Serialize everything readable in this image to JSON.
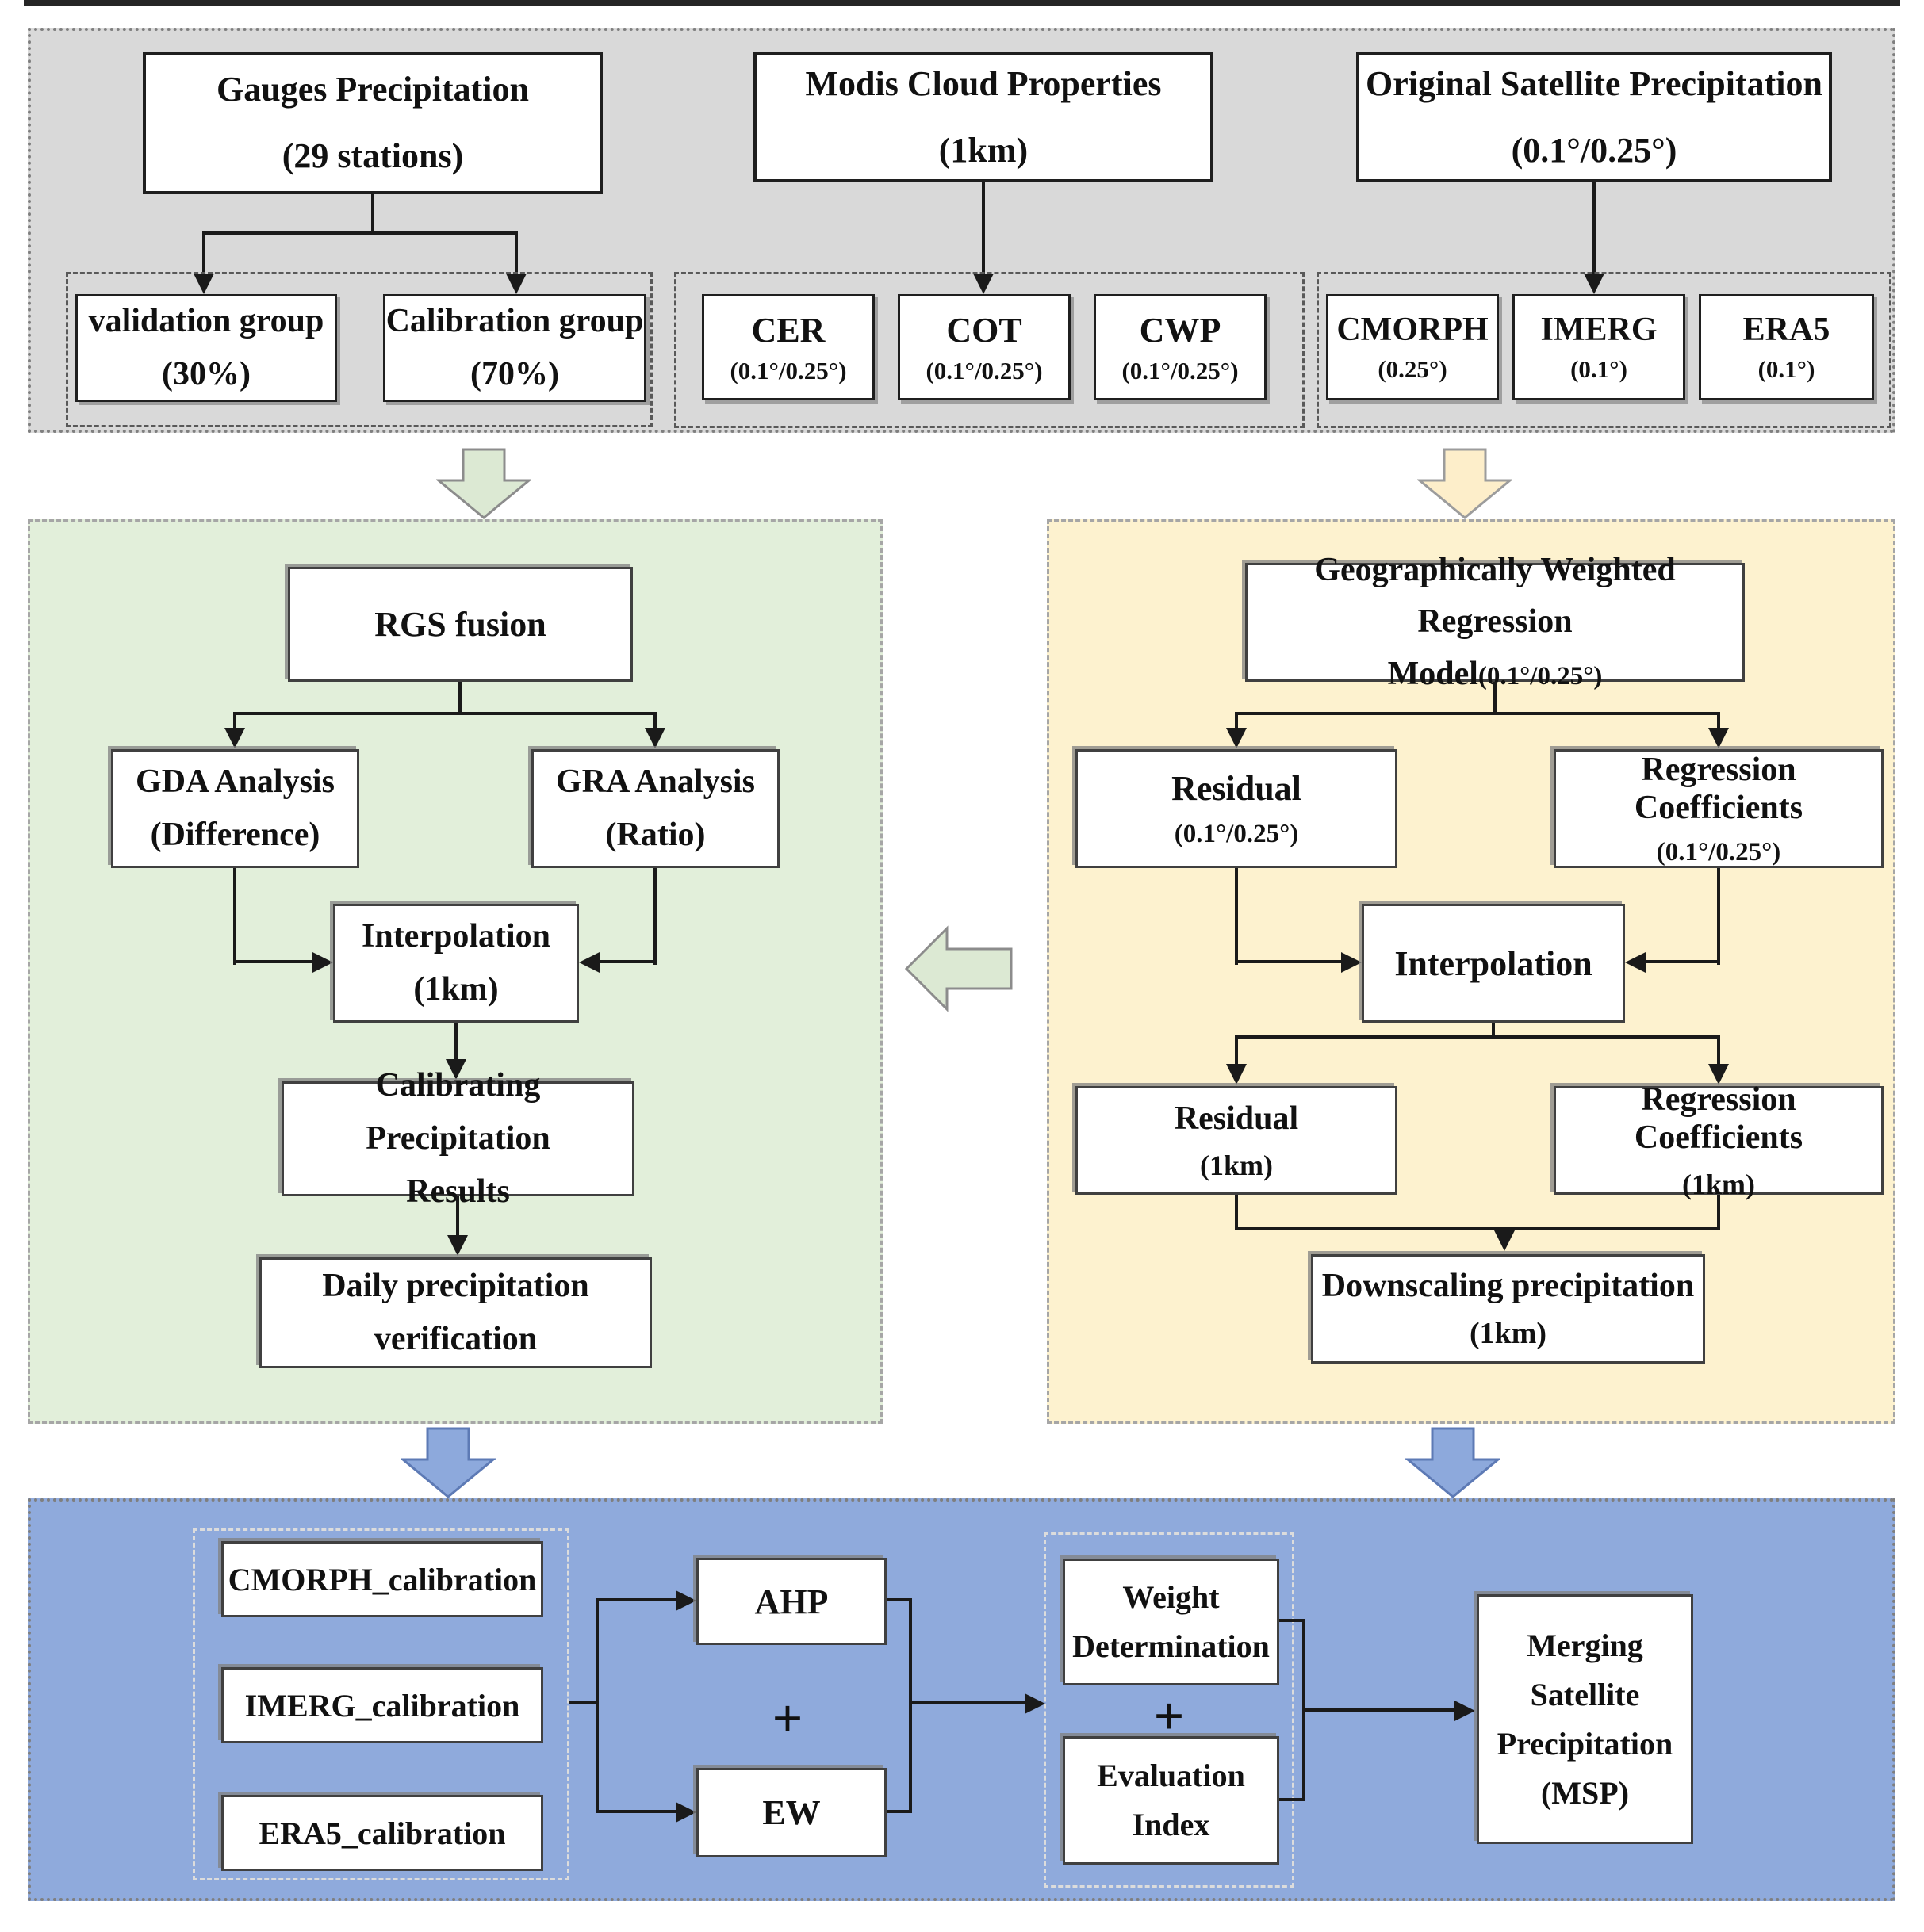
{
  "colors": {
    "sources_panel_bg": "#d9d9d9",
    "rgs_panel_bg": "#e2efda",
    "gwr_panel_bg": "#fdf2cf",
    "merging_panel_bg": "#8faadc",
    "flow_arrow_green": "#dce9d3",
    "flow_arrow_cream": "#fdeeca",
    "flow_arrow_blue": "#8da9dc",
    "box_bg": "#ffffff",
    "connector": "#1a1a1a"
  },
  "sources": {
    "gauges": {
      "title": "Gauges Precipitation",
      "subtitle": "(29 stations)"
    },
    "modis": {
      "title": "Modis Cloud Properties",
      "subtitle": "(1km)"
    },
    "satellite": {
      "title": "Original Satellite Precipitation",
      "subtitle": "(0.1°/0.25°)"
    },
    "gauges_children": [
      {
        "title": "validation group",
        "subtitle": "(30%)"
      },
      {
        "title": "Calibration group",
        "subtitle": "(70%)"
      }
    ],
    "modis_children": [
      {
        "title": "CER",
        "subtitle": "(0.1°/0.25°)"
      },
      {
        "title": "COT",
        "subtitle": "(0.1°/0.25°)"
      },
      {
        "title": "CWP",
        "subtitle": "(0.1°/0.25°)"
      }
    ],
    "satellite_children": [
      {
        "title": "CMORPH",
        "subtitle": "(0.25°)"
      },
      {
        "title": "IMERG",
        "subtitle": "(0.1°)"
      },
      {
        "title": "ERA5",
        "subtitle": "(0.1°)"
      }
    ]
  },
  "rgs": {
    "fusion": "RGS fusion",
    "gda": {
      "title": "GDA Analysis",
      "subtitle": "(Difference)"
    },
    "gra": {
      "title": "GRA Analysis",
      "subtitle": "(Ratio)"
    },
    "interpolation": {
      "title": "Interpolation",
      "subtitle": "(1km)"
    },
    "calibrating": {
      "line1": "Calibrating Precipitation",
      "line2": "Results"
    },
    "daily": {
      "line1": "Daily precipitation",
      "line2": "verification"
    }
  },
  "gwr": {
    "model": {
      "line1": "Geographically Weighted Regression",
      "line2a": "Model",
      "line2b": "(0.1°/0.25°)"
    },
    "residual_coarse": {
      "title": "Residual",
      "subtitle": "(0.1°/0.25°)"
    },
    "coefficients_coarse": {
      "title": "Regression Coefficients",
      "subtitle": "(0.1°/0.25°)"
    },
    "interpolation": "Interpolation",
    "residual_fine": {
      "title": "Residual",
      "subtitle": "(1km)"
    },
    "coefficients_fine": {
      "title": "Regression Coefficients",
      "subtitle": "(1km)"
    },
    "downscaling": {
      "title": "Downscaling precipitation",
      "subtitle": "(1km)"
    }
  },
  "merging": {
    "calibrations": [
      "CMORPH_calibration",
      "IMERG_calibration",
      "ERA5_calibration"
    ],
    "ahp": "AHP",
    "plus_methods": "+",
    "ew": "EW",
    "weight": {
      "line1": "Weight",
      "line2": "Determination"
    },
    "plus_weights": "+",
    "evaluation": {
      "line1": "Evaluation",
      "line2": "Index"
    },
    "msp": {
      "line1": "Merging",
      "line2": "Satellite",
      "line3": "Precipitation",
      "line4": "(MSP)"
    }
  }
}
